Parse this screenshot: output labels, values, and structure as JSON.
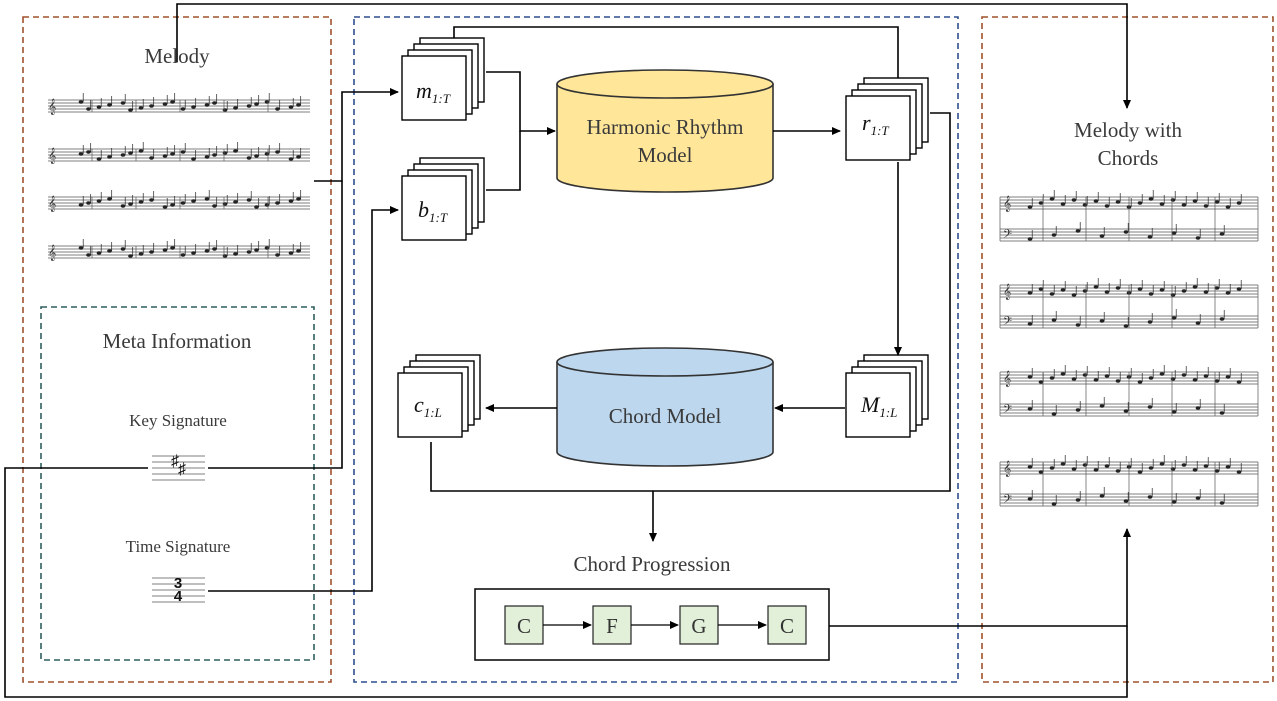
{
  "melody_panel": {
    "title": "Melody"
  },
  "meta_panel": {
    "title": "Meta Information",
    "key_label": "Key Signature",
    "time_label": "Time Signature",
    "time_top": "3",
    "time_bottom": "4"
  },
  "center": {
    "melody_var": {
      "base": "m",
      "sub": "1:T"
    },
    "beat_var": {
      "base": "b",
      "sub": "1:T"
    },
    "rhythm_var": {
      "base": "r",
      "sub": "1:T"
    },
    "mask_var": {
      "base": "M",
      "sub": "1:L"
    },
    "chord_var": {
      "base": "c",
      "sub": "1:L"
    },
    "harmonic_model": {
      "line1": "Harmonic Rhythm",
      "line2": "Model",
      "color": "#ffe699"
    },
    "chord_model": {
      "label": "Chord Model",
      "color": "#bdd7ee"
    },
    "progression_title": "Chord Progression",
    "progression": [
      "C",
      "F",
      "G",
      "C"
    ],
    "chord_box_color": "#e2f0d9"
  },
  "output_panel": {
    "title_line1": "Melody with",
    "title_line2": "Chords"
  },
  "colors": {
    "left_border": "#a0522d",
    "center_border": "#2f4f8f",
    "meta_border": "#2f5f5f"
  }
}
